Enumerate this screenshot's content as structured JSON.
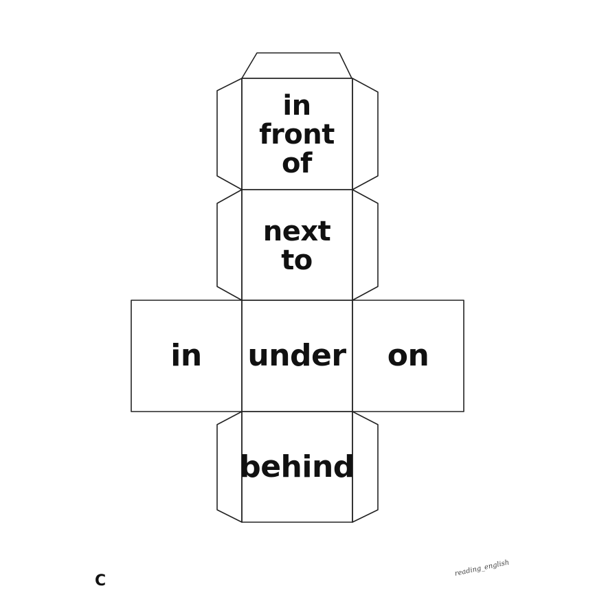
{
  "faces": {
    "top": {
      "lines": [
        "in",
        "front",
        "of"
      ]
    },
    "second": {
      "lines": [
        "next",
        "to"
      ]
    },
    "left": {
      "label": "in"
    },
    "center": {
      "label": "under"
    },
    "right": {
      "label": "on"
    },
    "bottom": {
      "label": "behind"
    }
  },
  "corner_letter": "C",
  "watermark": "reading_english",
  "colors": {
    "line": "#222222",
    "background": "#ffffff",
    "text": "#111111"
  }
}
